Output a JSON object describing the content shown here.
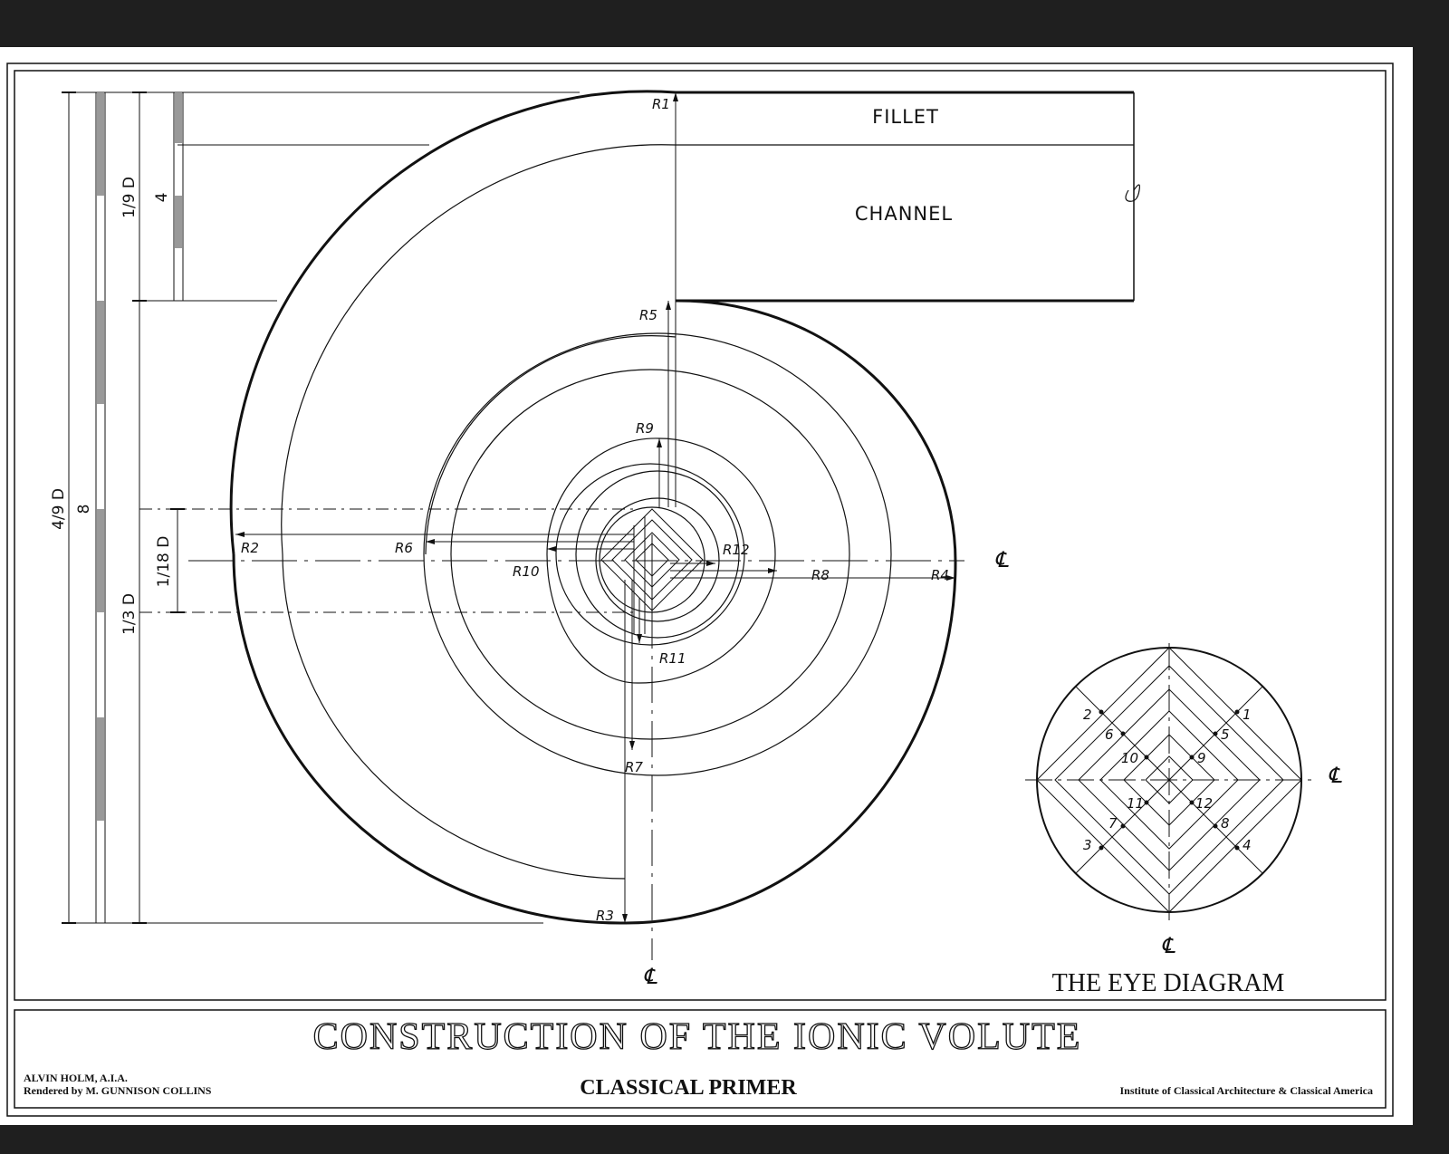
{
  "labels": {
    "fillet": "FILLET",
    "channel": "CHANNEL",
    "r1": "R1",
    "r2": "R2",
    "r3": "R3",
    "r4": "R4",
    "r5": "R5",
    "r6": "R6",
    "r7": "R7",
    "r8": "R8",
    "r9": "R9",
    "r10": "R10",
    "r11": "R11",
    "r12": "R12"
  },
  "dimensions": {
    "four_ninths_d": "4/9 D",
    "eight": "8",
    "one_ninth_d": "1/9 D",
    "four": "4",
    "one_eighteenth_d": "1/18 D",
    "one_third_d": "1/3 D"
  },
  "centerline_symbol": "℄",
  "eye_diagram": {
    "title": "THE EYE DIAGRAM",
    "points": [
      "1",
      "2",
      "3",
      "4",
      "5",
      "6",
      "7",
      "8",
      "9",
      "10",
      "11",
      "12"
    ]
  },
  "title_block": {
    "title": "CONSTRUCTION OF THE IONIC VOLUTE",
    "subtitle": "CLASSICAL PRIMER",
    "author": "ALVIN HOLM, A.I.A.",
    "rendered_by": "Rendered by M. GUNNISON COLLINS",
    "publisher": "Institute of Classical Architecture & Classical America"
  }
}
